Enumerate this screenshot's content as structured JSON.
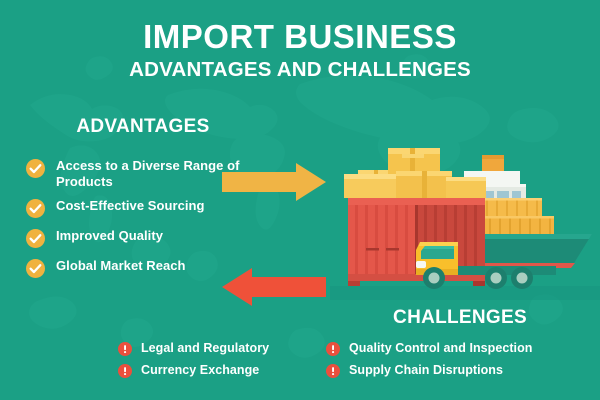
{
  "header": {
    "title_main": "IMPORT BUSINESS",
    "title_sub": "ADVANTAGES AND CHALLENGES"
  },
  "advantages": {
    "heading": "ADVANTAGES",
    "icon_name": "check-circle-icon",
    "items": [
      {
        "label": "Access to a Diverse Range of Products"
      },
      {
        "label": "Cost-Effective Sourcing"
      },
      {
        "label": "Improved Quality"
      },
      {
        "label": "Global Market Reach"
      }
    ]
  },
  "challenges": {
    "heading": "CHALLENGES",
    "icon_name": "exclamation-circle-icon",
    "columns": [
      {
        "items": [
          {
            "label": "Legal and Regulatory"
          },
          {
            "label": "Currency Exchange"
          }
        ]
      },
      {
        "items": [
          {
            "label": "Quality Control and Inspection"
          },
          {
            "label": "Supply Chain Disruptions"
          }
        ]
      }
    ]
  },
  "arrows": [
    {
      "name": "arrow-right-import",
      "direction": "right",
      "color": "#f0b445"
    },
    {
      "name": "arrow-left-export",
      "direction": "left",
      "color": "#ef5139"
    }
  ],
  "illustration": {
    "name": "shipping-logistics-illustration",
    "elements": [
      "cargo-boxes",
      "shipping-container",
      "delivery-truck",
      "cargo-ship"
    ]
  },
  "colors": {
    "background": "#1ba085",
    "background_map": "#22a98d",
    "accent_yellow": "#f0b23f",
    "accent_red": "#ea4f3d",
    "text_white": "#ffffff",
    "container_red": "#e4574a",
    "container_red_dark": "#c9483d",
    "box_yellow": "#f5c44d",
    "box_yellow_light": "#f9d571",
    "truck_yellow": "#f9bf2b",
    "ship_hull": "#1b8a76",
    "ship_white": "#eef2ef"
  }
}
